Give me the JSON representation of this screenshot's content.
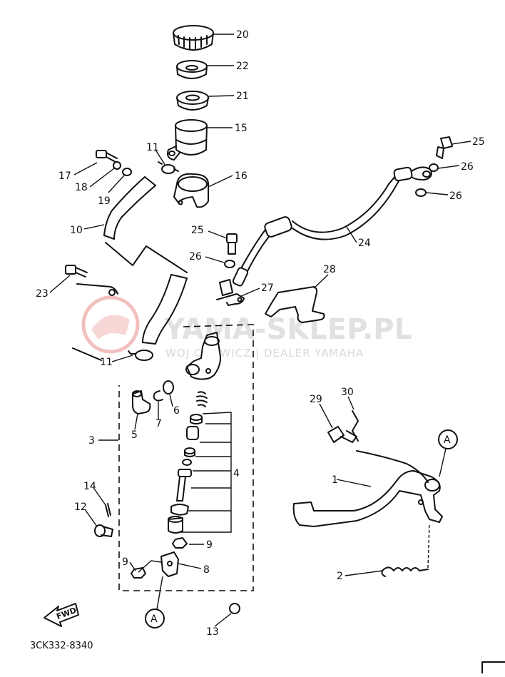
{
  "watermark": {
    "brand": "YAMA-SKLEP.PL",
    "subtitle": "WOJ CHOWICZ | DEALER YAMAHA",
    "logo_color": "#e88a8a"
  },
  "diagram_code": "3CK332-8340",
  "fwd_label": "FWD",
  "reference_mark": "A",
  "callouts": {
    "c20": "20",
    "c22": "22",
    "c21": "21",
    "c15": "15",
    "c16": "16",
    "c11a": "11",
    "c17": "17",
    "c18": "18",
    "c19": "19",
    "c10": "10",
    "c25a": "25",
    "c26a": "26",
    "c26b": "26",
    "c25b": "25",
    "c26c": "26",
    "c24": "24",
    "c27": "27",
    "c28": "28",
    "c23": "23",
    "c11b": "11",
    "c6": "6",
    "c7": "7",
    "c5": "5",
    "c3": "3",
    "c4": "4",
    "c14": "14",
    "c12": "12",
    "c9a": "9",
    "c9b": "9",
    "c8": "8",
    "c13": "13",
    "c29": "29",
    "c30": "30",
    "c1": "1",
    "c2": "2"
  }
}
